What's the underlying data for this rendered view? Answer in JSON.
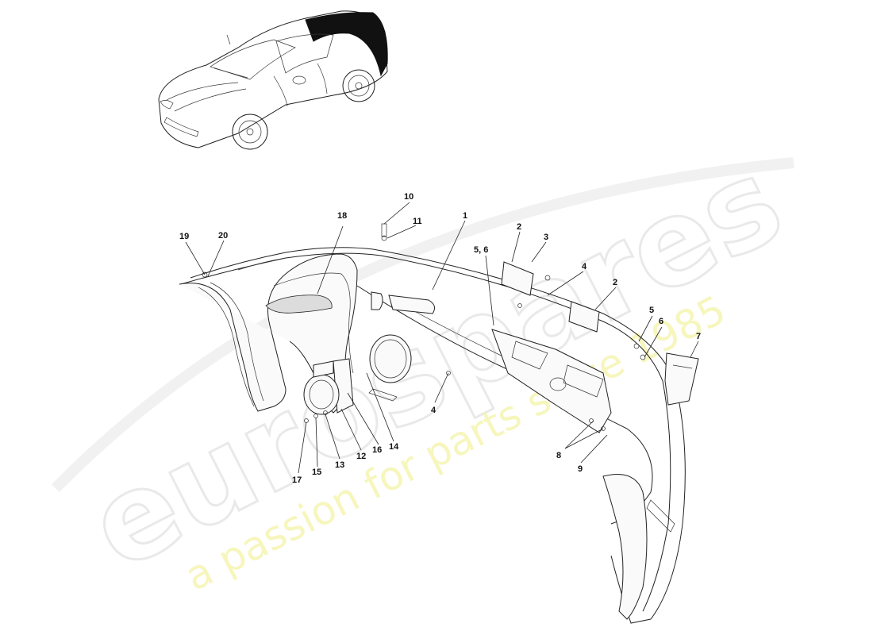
{
  "watermark": {
    "brand": "eurospares",
    "tagline": "a passion for parts since 1985",
    "brand_color": "#e6e6e6",
    "tagline_color": "#f3f3a8"
  },
  "diagram": {
    "vehicle_icon": "car-outline-icon",
    "callouts": [
      {
        "id": "c1",
        "label": "1"
      },
      {
        "id": "c2a",
        "label": "2"
      },
      {
        "id": "c2b",
        "label": "2"
      },
      {
        "id": "c3",
        "label": "3"
      },
      {
        "id": "c4a",
        "label": "4"
      },
      {
        "id": "c4b",
        "label": "4"
      },
      {
        "id": "c56a",
        "label": "5, 6"
      },
      {
        "id": "c5",
        "label": "5"
      },
      {
        "id": "c6",
        "label": "6"
      },
      {
        "id": "c7",
        "label": "7"
      },
      {
        "id": "c8",
        "label": "8"
      },
      {
        "id": "c9",
        "label": "9"
      },
      {
        "id": "c10",
        "label": "10"
      },
      {
        "id": "c11",
        "label": "11"
      },
      {
        "id": "c12",
        "label": "12"
      },
      {
        "id": "c13",
        "label": "13"
      },
      {
        "id": "c14",
        "label": "14"
      },
      {
        "id": "c15",
        "label": "15"
      },
      {
        "id": "c16",
        "label": "16"
      },
      {
        "id": "c17",
        "label": "17"
      },
      {
        "id": "c18",
        "label": "18"
      },
      {
        "id": "c19",
        "label": "19"
      },
      {
        "id": "c20",
        "label": "20"
      }
    ]
  }
}
